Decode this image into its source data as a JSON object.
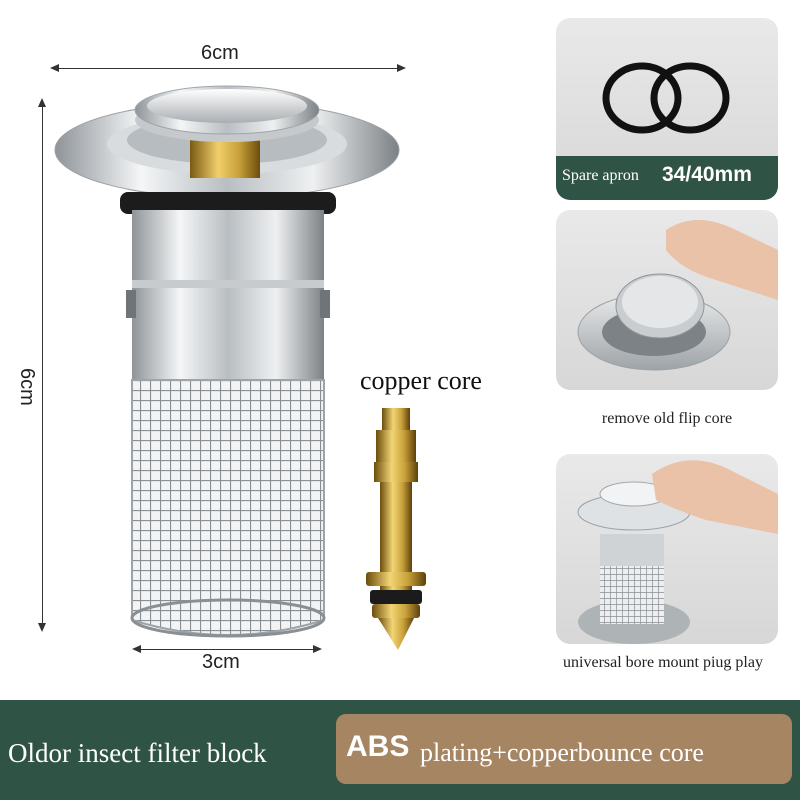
{
  "dimensions": {
    "top_width": "6cm",
    "height": "6cm",
    "bottom_width": "3cm"
  },
  "core_label": "copper core",
  "panels": {
    "spare_apron": {
      "text": "Spare apron",
      "size": "34/40mm"
    },
    "remove_caption": "remove old flip core",
    "universal_caption": "universal bore mount piug play"
  },
  "bottom": {
    "left_text": "Oldor insect filter block",
    "pill_bold": "ABS",
    "pill_rest": "plating+copperbounce core"
  },
  "colors": {
    "bottom_bar": "#2f5344",
    "pill": "#a68563",
    "brass": "#c9a13a",
    "chrome": "#cfd3d6"
  }
}
